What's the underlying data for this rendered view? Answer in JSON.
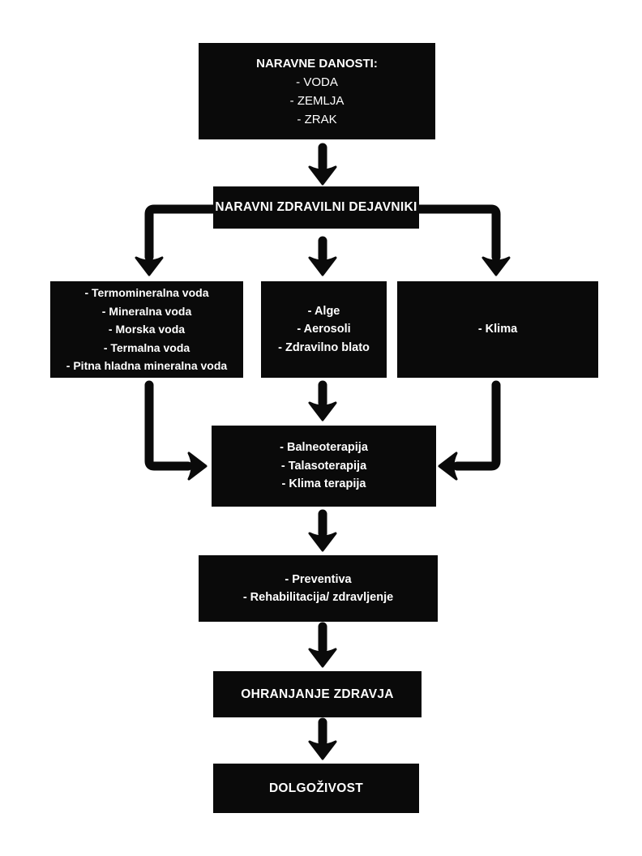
{
  "theme": {
    "page-bg": "#ffffff",
    "box-bg": "#0a0a0a",
    "box-text": "#ffffff",
    "arrow-color": "#0a0a0a"
  },
  "diagram": {
    "nodes": {
      "naravne_danosti": {
        "heading": "NARAVNE DANOSTI:",
        "items": [
          "- VODA",
          "- ZEMLJA",
          "- ZRAK"
        ]
      },
      "zdravilni_dejavniki": {
        "label": "NARAVNI ZDRAVILNI DEJAVNIKI"
      },
      "vode": {
        "items": [
          "- Termomineralna voda",
          "- Mineralna voda",
          "- Morska voda",
          "- Termalna voda",
          "- Pitna hladna mineralna voda"
        ]
      },
      "alge_aerosoli_blato": {
        "items": [
          "- Alge",
          "- Aerosoli",
          "- Zdravilno blato"
        ]
      },
      "klima": {
        "items": [
          "- Klima"
        ]
      },
      "terapije": {
        "items": [
          "- Balneoterapija",
          "- Talasoterapija",
          "- Klima terapija"
        ]
      },
      "preventiva_rehabilitacija": {
        "items": [
          "- Preventiva",
          "- Rehabilitacija/ zdravljenje"
        ]
      },
      "ohranjanje_zdravja": {
        "label": "OHRANJANJE ZDRAVJA"
      },
      "dolgozivost": {
        "label": "DOLGOŽIVOST"
      }
    }
  }
}
